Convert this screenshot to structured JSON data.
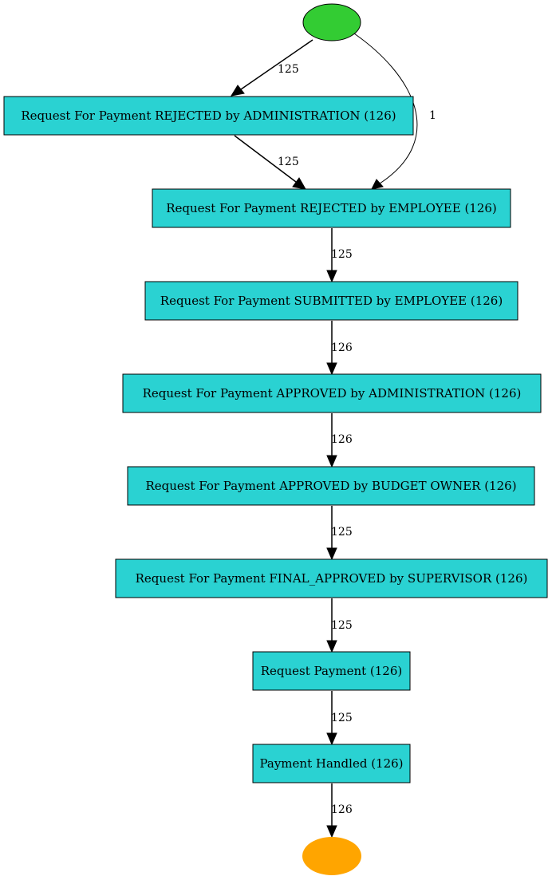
{
  "colors": {
    "start": "#33cc33",
    "end": "#ffa500",
    "activity": "#2ad2d2",
    "line": "#000000"
  },
  "nodes": {
    "start": {
      "shape": "ellipse",
      "color": "start"
    },
    "end": {
      "shape": "ellipse",
      "color": "end"
    },
    "rejected_admin": "Request For Payment REJECTED by ADMINISTRATION (126)",
    "rejected_employee": "Request For Payment REJECTED by EMPLOYEE (126)",
    "submitted_employee": "Request For Payment SUBMITTED by EMPLOYEE (126)",
    "approved_admin": "Request For Payment APPROVED by ADMINISTRATION (126)",
    "approved_budget_owner": "Request For Payment APPROVED by BUDGET OWNER (126)",
    "final_approved_supervisor": "Request For Payment FINAL_APPROVED by SUPERVISOR (126)",
    "request_payment": "Request Payment (126)",
    "payment_handled": "Payment Handled (126)"
  },
  "edges": {
    "start_to_rejected_admin": "125",
    "start_to_rejected_employee": "1",
    "rejected_admin_to_rejected_employee": "125",
    "rejected_employee_to_submitted_employee": "125",
    "submitted_employee_to_approved_admin": "126",
    "approved_admin_to_approved_budget_owner": "126",
    "approved_budget_owner_to_final_approved_supervisor": "125",
    "final_approved_supervisor_to_request_payment": "125",
    "request_payment_to_payment_handled": "125",
    "payment_handled_to_end": "126"
  }
}
